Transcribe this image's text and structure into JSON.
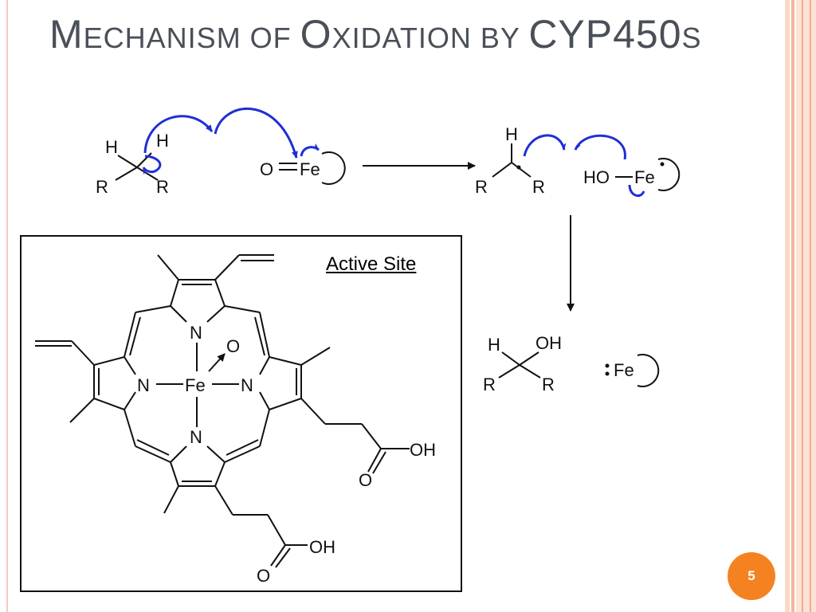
{
  "slide": {
    "title_parts": [
      {
        "text": "M",
        "small": false
      },
      {
        "text": "ECHANISM OF ",
        "small": true
      },
      {
        "text": "O",
        "small": false
      },
      {
        "text": "XIDATION BY ",
        "small": true
      },
      {
        "text": "CYP450",
        "small": false
      },
      {
        "text": "S",
        "small": true
      }
    ],
    "page_number": "5"
  },
  "colors": {
    "arrow_blue": "#1f2fd6",
    "badge_orange": "#f58220",
    "border_peach": "#f6c3ad",
    "title_gray": "#4a4f58"
  },
  "reaction": {
    "substrate": {
      "h1": "H",
      "h2": "H",
      "r1": "R",
      "r2": "R"
    },
    "oxo_iron": {
      "o": "O",
      "fe": "Fe"
    },
    "radical_intermediate": {
      "h": "H",
      "r1": "R",
      "r2": "R"
    },
    "hydroxy_iron": {
      "ho": "HO",
      "fe": "Fe"
    },
    "product_alcohol": {
      "h": "H",
      "oh": "OH",
      "r1": "R",
      "r2": "R"
    },
    "product_iron": {
      "fe": "Fe"
    }
  },
  "active_site": {
    "label": "Active Site",
    "fe": "Fe",
    "n_top": "N",
    "n_left": "N",
    "n_right": "N",
    "n_bottom": "N",
    "o": "O",
    "acid_upper": {
      "oh": "OH",
      "o": "O"
    },
    "acid_lower": {
      "oh": "OH",
      "o": "O"
    }
  }
}
